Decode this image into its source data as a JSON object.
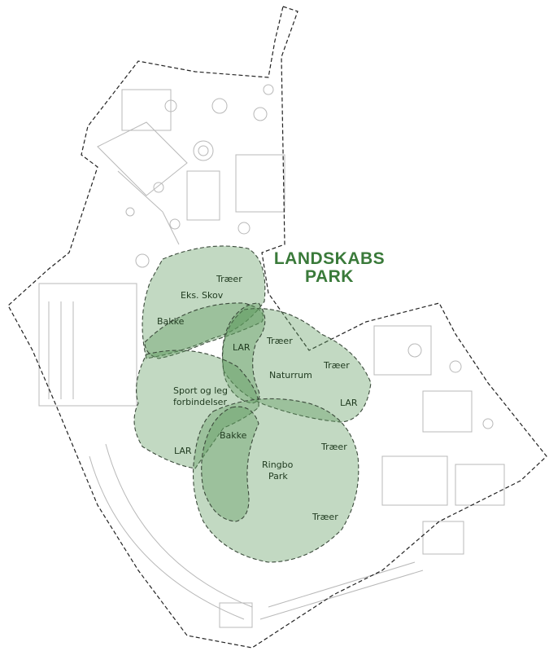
{
  "title": {
    "line1": "LANDSKABS",
    "line2": "PARK",
    "color": "#3a7a3a"
  },
  "colors": {
    "zone_fill": "#5e9a5e",
    "zone_stroke": "#3b4a3b",
    "boundary": "#222222",
    "linework": "#b8b8b8"
  },
  "labels": {
    "traer_1": "Træer",
    "eks_skov": "Eks. Skov",
    "bakke_1": "Bakke",
    "lar_1": "LAR",
    "traer_2": "Træer",
    "traer_3": "Træer",
    "naturrum": "Naturrum",
    "lar_2": "LAR",
    "sport_1": "Sport og leg",
    "sport_2": "forbindelser",
    "bakke_2": "Bakke",
    "lar_3": "LAR",
    "traer_4": "Træer",
    "ringbo_1": "Ringbo",
    "ringbo_2": "Park",
    "traer_5": "Træer"
  }
}
